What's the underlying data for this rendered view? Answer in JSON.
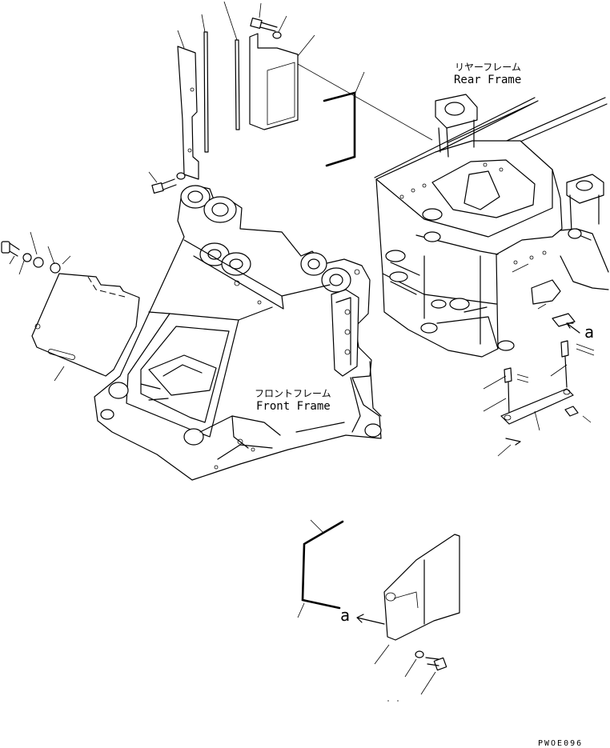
{
  "labels": {
    "rear_frame_jp": "リヤーフレーム",
    "rear_frame_en": "Rear Frame",
    "front_frame_jp": "フロントフレーム",
    "front_frame_en": "Front Frame",
    "ref_a_upper": "a",
    "ref_a_lower": "a",
    "drawing_code": "PWOE096"
  }
}
